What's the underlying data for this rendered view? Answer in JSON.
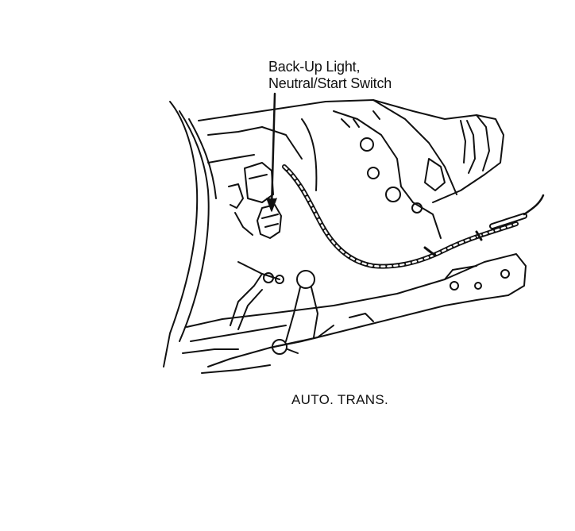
{
  "callout": {
    "line1": "Back-Up Light,",
    "line2": "Neutral/Start Switch"
  },
  "caption": "AUTO. TRANS.",
  "colors": {
    "ink": "#111111",
    "paper": "#ffffff"
  }
}
